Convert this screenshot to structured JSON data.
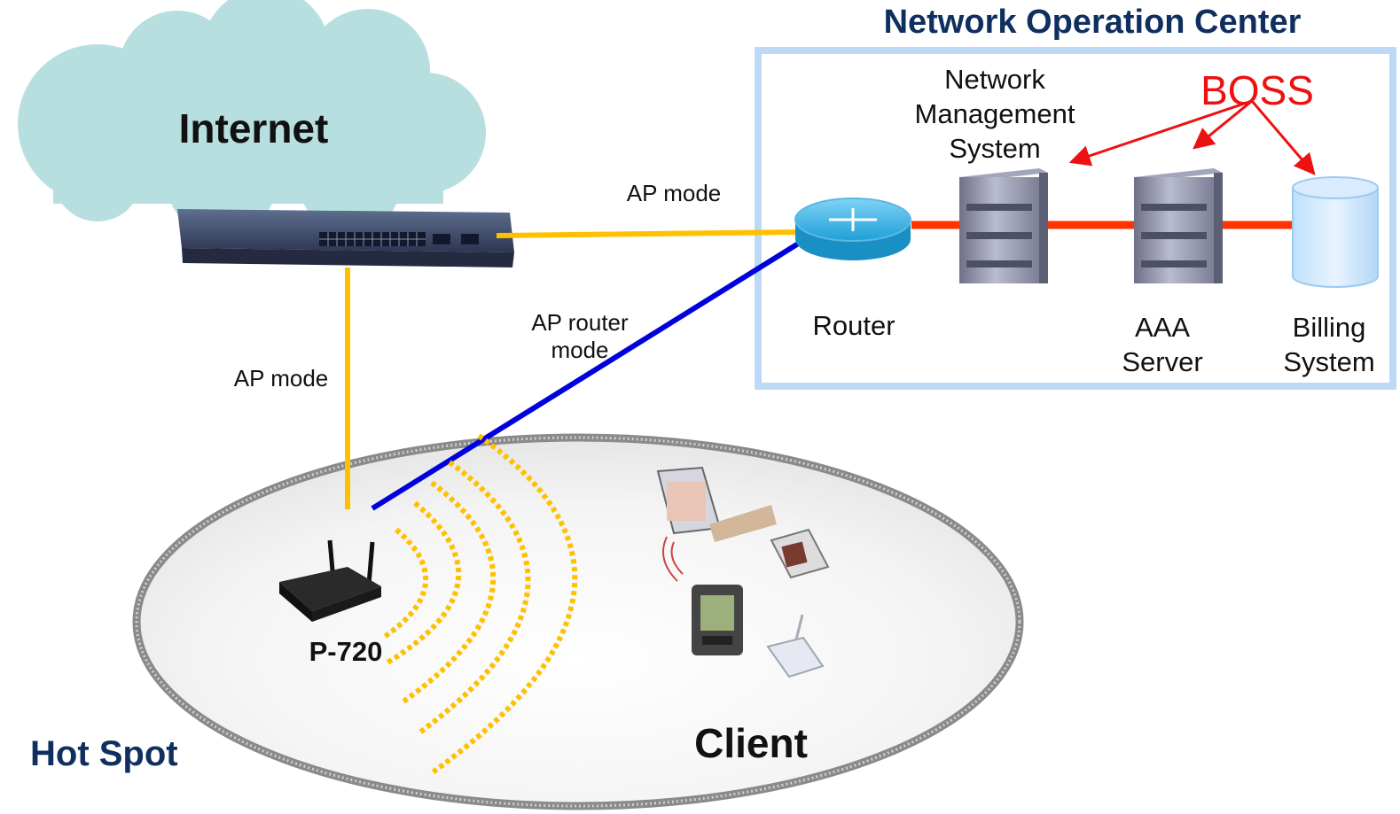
{
  "noc": {
    "title": "Network Operation Center"
  },
  "cloud": {
    "label": "Internet"
  },
  "nms": {
    "label": "Network Management System"
  },
  "boss": {
    "label": "BOSS"
  },
  "router": {
    "label": "Router"
  },
  "aaa": {
    "label": "AAA Server"
  },
  "billing": {
    "label": "Billing System"
  },
  "links": {
    "ap_mode_top": "AP mode",
    "ap_mode_left": "AP mode",
    "ap_router_mode": "AP router mode"
  },
  "device": {
    "label": "P-720"
  },
  "client": {
    "label": "Client"
  },
  "hotspot": {
    "label": "Hot Spot"
  },
  "colors": {
    "title_navy": "#0f2f5f",
    "noc_border": "#bcd9f5",
    "backbone_red": "#ff3300",
    "ap_mode_link": "#ffc000",
    "ap_router_link": "#0000dd",
    "boss_red": "#ee1111",
    "cloud": "#b7dfe0",
    "wifi_waves": "#ffc000"
  }
}
